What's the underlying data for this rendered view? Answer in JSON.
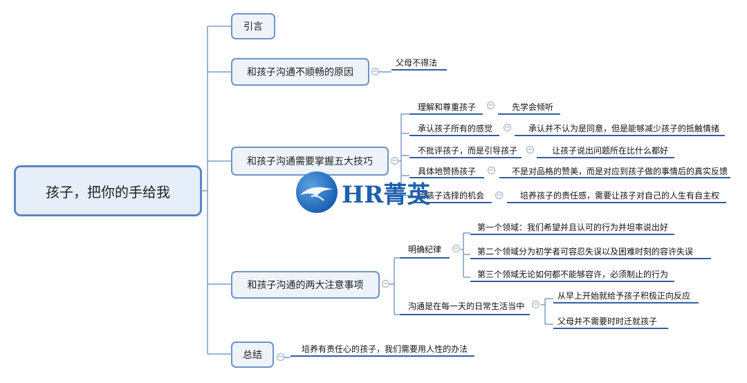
{
  "root": {
    "label": "孩子，把你的手给我"
  },
  "branches": [
    {
      "key": "intro",
      "label": "引言"
    },
    {
      "key": "reason",
      "label": "和孩子沟通不顺畅的原因",
      "leaves": [
        "父母不得法"
      ]
    },
    {
      "key": "skills",
      "label": "和孩子沟通需要掌握五大技巧",
      "items": [
        {
          "label": "理解和尊重孩子",
          "detail": "先学会倾听"
        },
        {
          "label": "承认孩子所有的感觉",
          "detail": "承认并不认为是同意，但是能够减少孩子的抵触情绪"
        },
        {
          "label": "不批评孩子，而是引导孩子",
          "detail": "让孩子说出问题所在比什么都好"
        },
        {
          "label": "具体地赞扬孩子",
          "detail": "不是对品格的赞美，而是对应到孩子做的事情后的真实反馈"
        },
        {
          "label": "给孩子选择的机会",
          "detail": "培养孩子的责任感，需要让孩子对自己的人生有自主权"
        }
      ]
    },
    {
      "key": "attention",
      "label": "和孩子沟通的两大注意事项",
      "groups": [
        {
          "label": "明确纪律",
          "details": [
            "第一个领域：我们希望并且认可的行为并坦率说出好",
            "第二个领域分为初学者可容忍失误以及困难时刻的容许失误",
            "第三个领域无论如何都不能够容许，必须制止的行为"
          ]
        },
        {
          "label": "沟通是在每一天的日常生活当中",
          "details": [
            "从早上开始就给予孩子积极正向反应",
            "父母并不需要时时迁就孩子"
          ]
        }
      ]
    },
    {
      "key": "summary",
      "label": "总结",
      "leaves": [
        "培养有责任心的孩子，我们需要用人性的办法"
      ]
    }
  ],
  "watermark": {
    "text": "HR菁英"
  },
  "colors": {
    "line": "#7a9cc8",
    "underline": "#2f5f9e",
    "node_border": "#6f93c5"
  }
}
